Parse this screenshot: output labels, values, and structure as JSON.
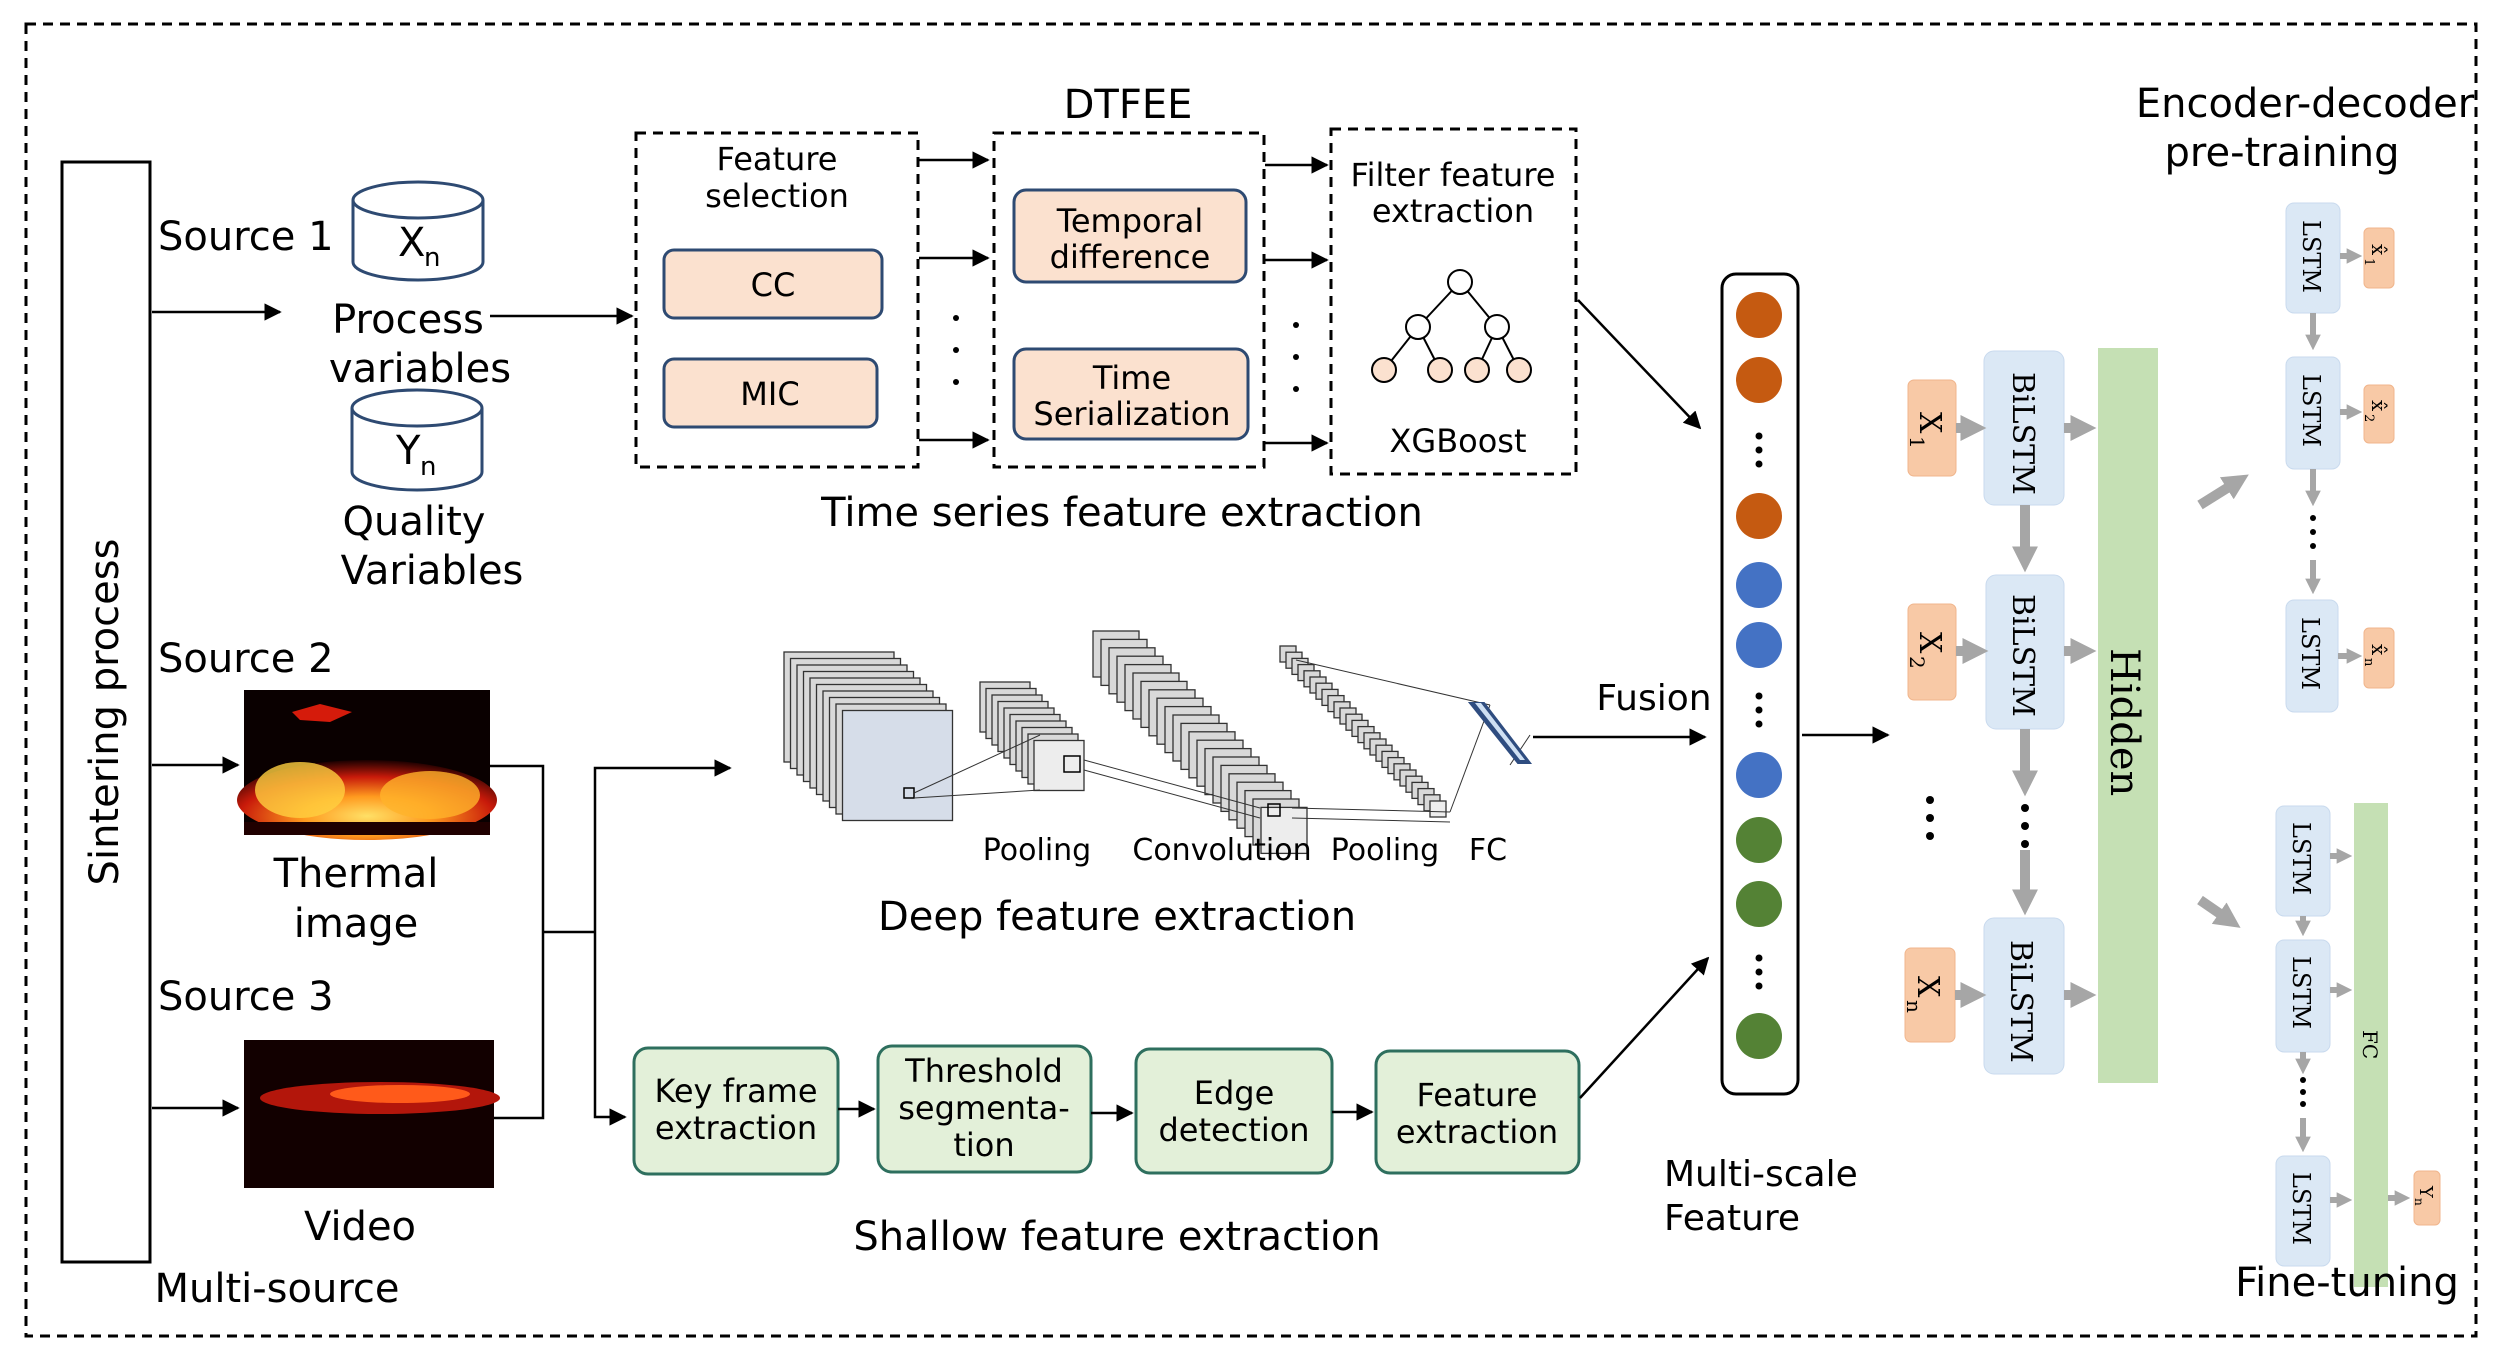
{
  "left_panel": {
    "sintering_label": "Sintering process",
    "multi_source_label": "Multi-source",
    "source1_label": "Source 1",
    "source2_label": "Source 2",
    "source3_label": "Source 3",
    "xn_label": "X",
    "xn_sub": "n",
    "yn_label": "Y",
    "yn_sub": "n",
    "process_vars_line1": "Process",
    "process_vars_line2": "variables",
    "quality_vars_line1": "Quality",
    "quality_vars_line2": "Variables",
    "thermal_line1": "Thermal",
    "thermal_line2": "image",
    "video_label": "Video"
  },
  "time_series": {
    "title": "Time series feature extraction",
    "dtfee_label": "DTFEE",
    "feature_selection_line1": "Feature",
    "feature_selection_line2": "selection",
    "cc_label": "CC",
    "mic_label": "MIC",
    "temporal_line1": "Temporal",
    "temporal_line2": "difference",
    "time_ser_line1": "Time",
    "time_ser_line2": "Serialization",
    "filter_line1": "Filter feature",
    "filter_line2": "extraction",
    "xgboost_label": "XGBoost"
  },
  "deep": {
    "title": "Deep feature extraction",
    "pooling1_label": "Pooling",
    "convolution_label": "Convolution",
    "pooling2_label": "Pooling",
    "fc_label": "FC"
  },
  "shallow": {
    "title": "Shallow feature extraction",
    "key_frame_line1": "Key frame",
    "key_frame_line2": "extraction",
    "threshold_line1": "Threshold",
    "threshold_line2": "segmenta-",
    "threshold_line3": "tion",
    "edge_line1": "Edge",
    "edge_line2": "detection",
    "feature_line1": "Feature",
    "feature_line2": "extraction"
  },
  "fusion": {
    "fusion_label": "Fusion",
    "multiscale_line1": "Multi-scale",
    "multiscale_line2": "Feature",
    "colors": {
      "orange": "#c55a11",
      "blue": "#4472c4",
      "green": "#548235"
    }
  },
  "bilstm": {
    "bilstm_label": "BiLSTM",
    "hidden_label": "Hidden",
    "x1_label": "X",
    "x1_sub": "1",
    "x2_label": "X",
    "x2_sub": "2",
    "xn_label": "X",
    "xn_sub": "n"
  },
  "pretrain": {
    "title_line1": "Encoder-decoder",
    "title_line2": "pre-training",
    "lstm_label": "LSTM",
    "out1": "x̂",
    "out1_sub": "1",
    "out2": "x̂",
    "out2_sub": "2",
    "outn": "x̂",
    "outn_sub": "n"
  },
  "finetune": {
    "title": "Fine-tuning",
    "lstm_label": "LSTM",
    "fc_label": "FC",
    "y_label": "Y",
    "y_sub": "n"
  }
}
